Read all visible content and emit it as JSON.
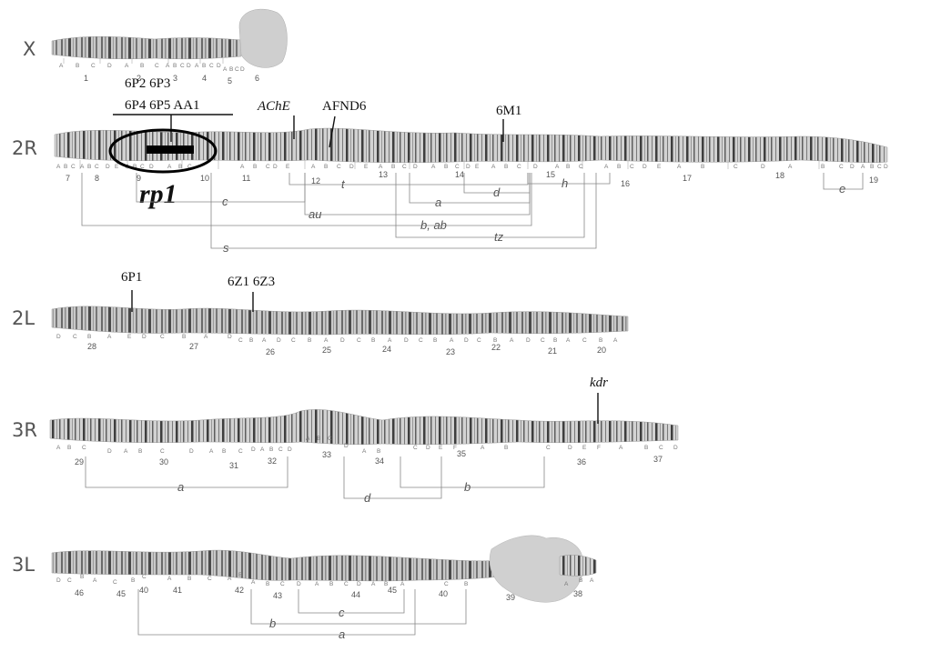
{
  "arms": [
    {
      "id": "X",
      "label": "X",
      "numbers": [
        "1",
        "2",
        "3",
        "4",
        "5",
        "6"
      ],
      "letters": [
        "A",
        "B",
        "C",
        "D",
        "A",
        "B",
        "C",
        "A",
        "B",
        "C",
        "D",
        "A",
        "B",
        "C",
        "D",
        "A",
        "B",
        "C",
        "D"
      ],
      "inversions": []
    },
    {
      "id": "2R",
      "label": "2R",
      "numbers": [
        "7",
        "8",
        "9",
        "10",
        "11",
        "12",
        "13",
        "14",
        "15",
        "16",
        "17",
        "18",
        "19"
      ],
      "letters": [
        "A",
        "B",
        "C",
        "A",
        "B",
        "C",
        "D",
        "E",
        "A",
        "B",
        "C",
        "D",
        "A",
        "B",
        "C",
        "A",
        "B",
        "C",
        "D",
        "E",
        "A",
        "B",
        "C",
        "D",
        "E",
        "A",
        "B",
        "C",
        "D",
        "A",
        "B",
        "C",
        "D",
        "E",
        "A",
        "B",
        "C",
        "D",
        "A",
        "B",
        "C",
        "A",
        "B",
        "C",
        "D",
        "E",
        "A",
        "B",
        "C",
        "D",
        "A",
        "B",
        "C",
        "D",
        "A",
        "B",
        "C",
        "D"
      ],
      "inversions": [
        "c",
        "t",
        "a",
        "d",
        "h",
        "au",
        "b, ab",
        "tz",
        "s",
        "e"
      ]
    },
    {
      "id": "2L",
      "label": "2L",
      "numbers": [
        "28",
        "27",
        "26",
        "25",
        "24",
        "23",
        "22",
        "21",
        "20"
      ],
      "letters": [
        "D",
        "C",
        "B",
        "A",
        "E",
        "D",
        "C",
        "B",
        "A",
        "D",
        "C",
        "B",
        "A",
        "D",
        "C",
        "B",
        "A",
        "D",
        "C",
        "B",
        "A",
        "D",
        "C",
        "B",
        "A",
        "D",
        "C",
        "B",
        "A",
        "D",
        "C",
        "B",
        "A",
        "C",
        "B",
        "A"
      ],
      "inversions": []
    },
    {
      "id": "3R",
      "label": "3R",
      "numbers": [
        "29",
        "30",
        "31",
        "32",
        "33",
        "34",
        "35",
        "36",
        "37"
      ],
      "letters": [
        "A",
        "B",
        "C",
        "D",
        "A",
        "B",
        "C",
        "D",
        "A",
        "B",
        "C",
        "D",
        "A",
        "B",
        "C",
        "D",
        "A",
        "B",
        "C",
        "D",
        "A",
        "B",
        "C",
        "D",
        "E",
        "F",
        "A",
        "B",
        "C",
        "D",
        "E",
        "F",
        "A",
        "B",
        "C",
        "D"
      ],
      "inversions": [
        "a",
        "d",
        "b"
      ]
    },
    {
      "id": "3L",
      "label": "3L",
      "numbers": [
        "46",
        "45",
        "40",
        "41",
        "42",
        "43",
        "44",
        "45",
        "40",
        "39",
        "38"
      ],
      "letters": [
        "D",
        "C",
        "B",
        "A",
        "C",
        "B",
        "C",
        "A",
        "B",
        "C",
        "A",
        "B",
        "A",
        "B",
        "C",
        "D",
        "A",
        "B",
        "C",
        "D",
        "A",
        "B",
        "A",
        "C",
        "B",
        "A",
        "B",
        "A"
      ],
      "inversions": [
        "c",
        "b",
        "a"
      ]
    }
  ],
  "markers": {
    "m_6p2_6p3": "6P2 6P3",
    "m_6p4_6p5_aa1": "6P4 6P5 AA1",
    "m_ache": "AChE",
    "m_afnd6": "AFND6",
    "m_6m1": "6M1",
    "m_6p1": "6P1",
    "m_6z1_6z3": "6Z1 6Z3",
    "m_kdr": "kdr"
  },
  "rp1_label": "rp1"
}
